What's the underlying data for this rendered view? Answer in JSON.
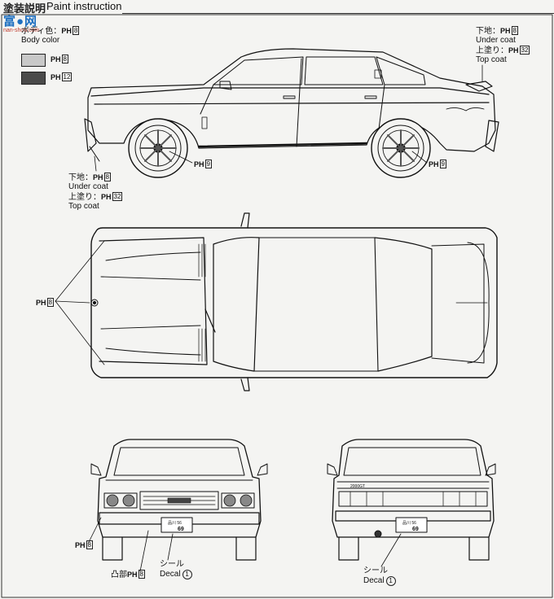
{
  "header": {
    "title_jp": "塗装説明",
    "title_en": "Paint instruction"
  },
  "watermark": {
    "logo": "富●网",
    "url": "nan-shou.com"
  },
  "body_color": {
    "jp": "ボディ色：",
    "en": "Body color",
    "code": "8"
  },
  "legend": [
    {
      "code": "8",
      "color": "#c8c8c8"
    },
    {
      "code": "12",
      "color": "#4a4a4a"
    }
  ],
  "ph_prefix": "PH",
  "side_view": {
    "rear_note": {
      "jp1": "下地：",
      "code1": "8",
      "en1": "Under coat",
      "jp2": "上塗り：",
      "code2": "32",
      "en2": "Top coat"
    },
    "front_note": {
      "jp1": "下地：",
      "code1": "8",
      "en1": "Under coat",
      "jp2": "上塗り：",
      "code2": "32",
      "en2": "Top coat"
    },
    "wheel_front_code": "9",
    "wheel_rear_code": "9"
  },
  "top_view": {
    "callout_code": "8"
  },
  "front_view": {
    "callout_code": "8",
    "bumper_jp": "凸部",
    "bumper_code": "8",
    "decal_jp": "シール",
    "decal_en": "Decal",
    "decal_num": "1",
    "plate_top": "品川 56",
    "plate_num": "69"
  },
  "rear_view": {
    "decal_jp": "シール",
    "decal_en": "Decal",
    "decal_num": "1",
    "plate_top": "品川 56",
    "plate_num": "69",
    "badge": "2000GT"
  }
}
